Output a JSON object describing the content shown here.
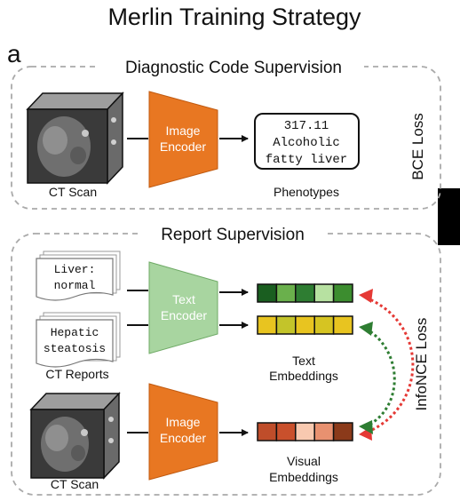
{
  "title": "Merlin Training Strategy",
  "panel_letter": "a",
  "diagnostic": {
    "section_label": "Diagnostic Code Supervision",
    "image_encoder_lines": [
      "Image",
      "Encoder"
    ],
    "ct_scan_label": "CT Scan",
    "phenotype_lines": [
      "317.11",
      "Alcoholic",
      "fatty liver"
    ],
    "phenotypes_label": "Phenotypes",
    "loss_label": "BCE Loss"
  },
  "report": {
    "section_label": "Report Supervision",
    "report1_lines": [
      "Liver:",
      "normal"
    ],
    "report2_lines": [
      "Hepatic",
      "steatosis"
    ],
    "ct_reports_label": "CT Reports",
    "text_encoder_lines": [
      "Text",
      "Encoder"
    ],
    "image_encoder_lines": [
      "Image",
      "Encoder"
    ],
    "ct_scan_label": "CT Scan",
    "text_embeddings_lines": [
      "Text",
      "Embeddings"
    ],
    "visual_embeddings_lines": [
      "Visual",
      "Embeddings"
    ],
    "loss_label": "InfoNCE Loss",
    "embedding_rows": {
      "text_1": [
        "#1a5e20",
        "#6ab04c",
        "#2e7d32",
        "#b7e1a1",
        "#3c8d2f"
      ],
      "text_2": [
        "#e8c420",
        "#c3c42a",
        "#e8c420",
        "#d6c422",
        "#e8c420"
      ],
      "visual": [
        "#bf4d2a",
        "#c9502c",
        "#f8c9b0",
        "#e89170",
        "#8b3a1a"
      ]
    }
  },
  "colors": {
    "image_encoder": "#e87722",
    "text_encoder": "#a8d5a0",
    "dashed_border": "#aaaaaa",
    "arrow_red": "#e53935",
    "arrow_green": "#2e7d32"
  }
}
